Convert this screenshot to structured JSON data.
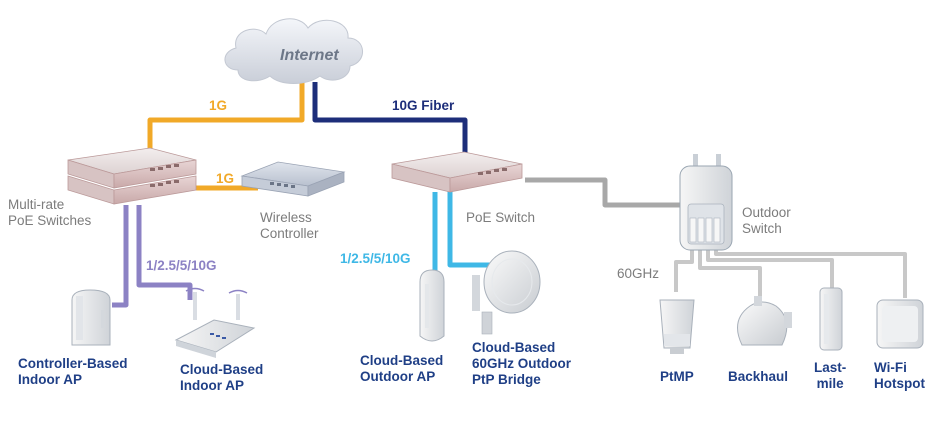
{
  "cloud": {
    "label": "Internet"
  },
  "links": {
    "uplink_left": "1G",
    "uplink_right": "10G Fiber",
    "controller_link": "1G",
    "multirate_left": "1/2.5/5/10G",
    "multirate_right": "1/2.5/5/10G",
    "wireless_60": "60GHz"
  },
  "devices": {
    "multirate_switches": "Multi-rate\nPoE Switches",
    "wireless_controller": "Wireless\nController",
    "poe_switch": "PoE Switch",
    "outdoor_switch": "Outdoor\nSwitch",
    "controller_ap": "Controller-Based\nIndoor AP",
    "cloud_indoor_ap": "Cloud-Based\nIndoor AP",
    "cloud_outdoor_ap": "Cloud-Based\nOutdoor AP",
    "ptp_bridge": "Cloud-Based\n60GHz Outdoor\nPtP Bridge",
    "ptmp": "PtMP",
    "backhaul": "Backhaul",
    "last_mile": "Last-\nmile",
    "wifi_hotspot": "Wi-Fi\nHotspot"
  },
  "colors": {
    "orange": "#f1a928",
    "navy": "#1d2e7a",
    "purple": "#8c82c4",
    "cyan": "#3fb8e6",
    "grey": "#a8a8a8"
  }
}
